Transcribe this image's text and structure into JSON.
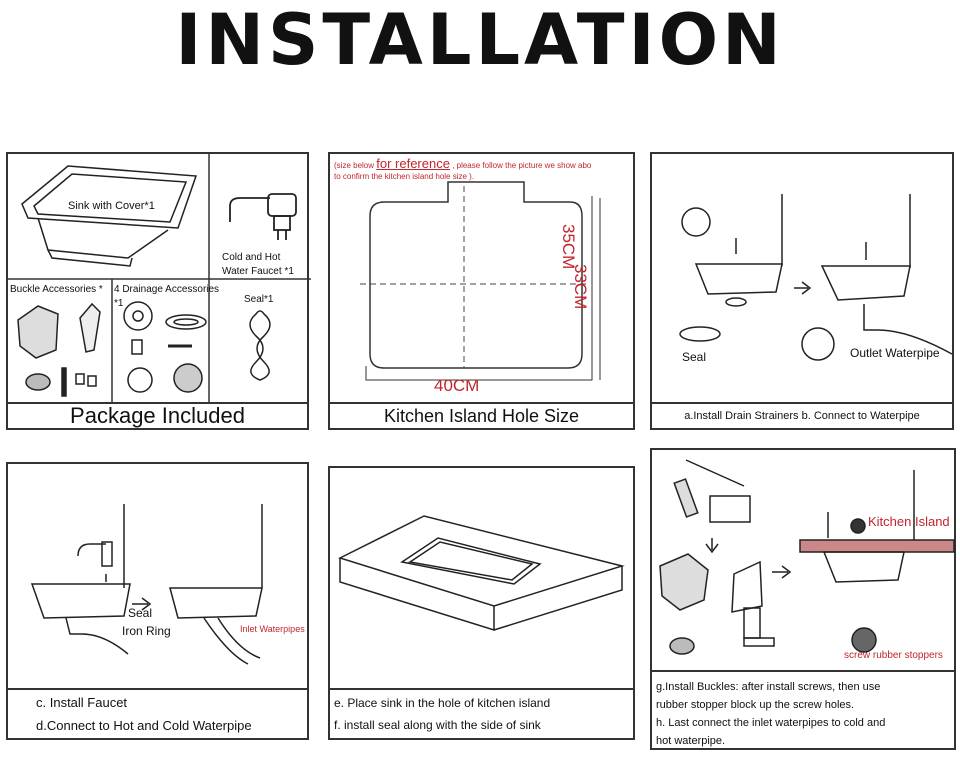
{
  "title": "INSTALLATION",
  "panels": {
    "package": {
      "sink_label": "Sink with Cover*1",
      "faucet_label_1": "Cold and Hot",
      "faucet_label_2": "Water Faucet *1",
      "buckle_label": "Buckle Accessories *",
      "drainage_label_1": "4 Drainage Accessories",
      "drainage_label_2": "*1",
      "seal_label": "Seal*1",
      "caption": "Package Included"
    },
    "hole": {
      "note_1": "(size below",
      "note_ref": "for reference",
      "note_2": ", please follow the picture we show abo",
      "note_3": "to confirm the kitchen island hole size ).",
      "dim_35": "35CM",
      "dim_33": "33CM",
      "dim_40": "40CM",
      "caption": "Kitchen Island Hole Size"
    },
    "drain": {
      "seal_label": "Seal",
      "outlet_label": "Outlet Waterpipe",
      "caption": "a.Install Drain Strainers  b. Connect to Waterpipe"
    },
    "faucet": {
      "seal_label": "Seal",
      "iron_ring_label": "Iron Ring",
      "waterpipes_label": "Inlet Waterpipes",
      "caption_1": "c. Install Faucet",
      "caption_2": "d.Connect to Hot and Cold Waterpipe"
    },
    "place": {
      "caption_1": "e. Place sink in the hole of kitchen island",
      "caption_2": "f. install seal along with the side of sink"
    },
    "buckles": {
      "island_label": "Kitchen Island",
      "stoppers_label": "screw rubber stoppers",
      "caption_1": "g.Install Buckles: after install screws, then use",
      "caption_2": "rubber stopper block up the screw holes.",
      "caption_3": "h. Last connect the inlet waterpipes to cold and",
      "caption_4": "hot waterpipe."
    }
  },
  "colors": {
    "accent_red": "#c0262d",
    "line": "#333333"
  }
}
